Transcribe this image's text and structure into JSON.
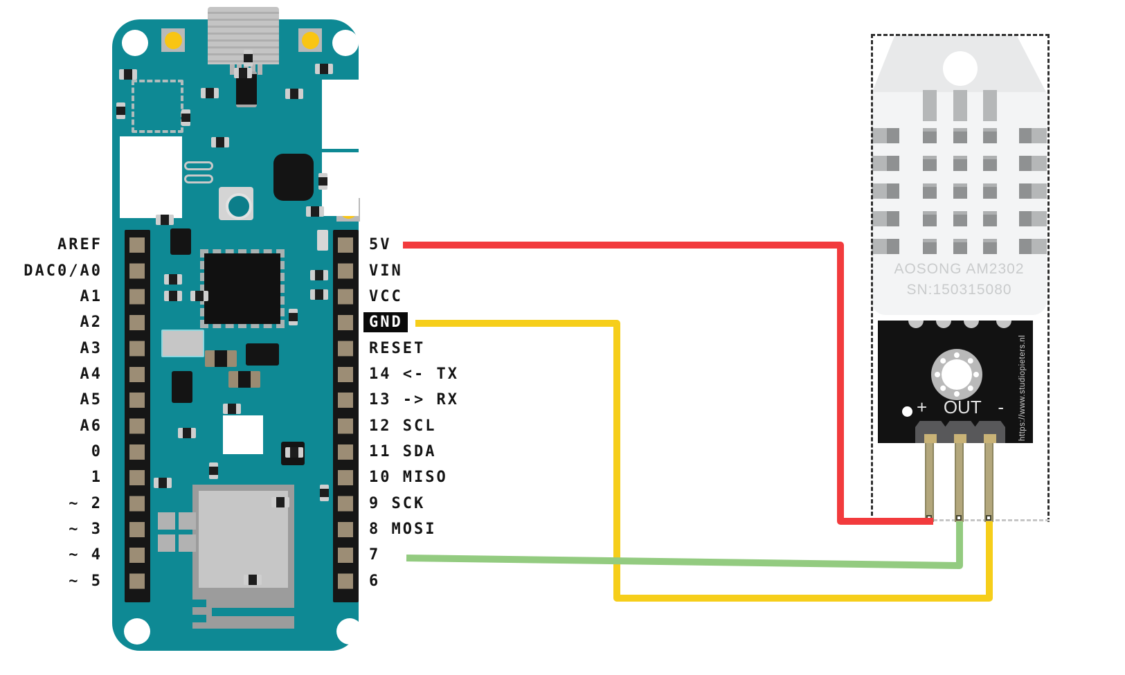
{
  "diagram": {
    "description": "Wiring diagram: Arduino MKR board connected to AOSONG AM2302 temperature and humidity sensor"
  },
  "board": {
    "left_pins": [
      "AREF",
      "DAC0/A0",
      "A1",
      "A2",
      "A3",
      "A4",
      "A5",
      "A6",
      "0",
      "1",
      "~ 2",
      "~ 3",
      "~ 4",
      "~ 5"
    ],
    "right_pins": [
      "5V",
      "VIN",
      "VCC",
      "GND",
      "RESET",
      "14 <- TX",
      "13 -> RX",
      "12 SCL",
      "11 SDA",
      "10 MISO",
      "9 SCK",
      "8 MOSI",
      "7",
      "6"
    ]
  },
  "sensor": {
    "brand_line": "AOSONG AM2302",
    "serial_line": "SN:150315080",
    "pin_plus": "+",
    "pin_out": "OUT",
    "pin_minus": "-",
    "url_vertical": "https://www.studiopieters.nl"
  },
  "wires": [
    {
      "name": "power-wire",
      "from": "5V",
      "to": "+",
      "color": "#f23b3d"
    },
    {
      "name": "ground-wire",
      "from": "GND",
      "to": "-",
      "color": "#f6ce1a"
    },
    {
      "name": "data-wire",
      "from": "7",
      "to": "OUT",
      "color": "#93cb80"
    }
  ],
  "colors": {
    "board_teal": "#0e8994",
    "header_black": "#161616",
    "pad_tan": "#9c8d75",
    "sensor_pcb_black": "#121212",
    "wire_red": "#f23b3d",
    "wire_yellow": "#f6ce1a",
    "wire_green": "#93cb80"
  }
}
